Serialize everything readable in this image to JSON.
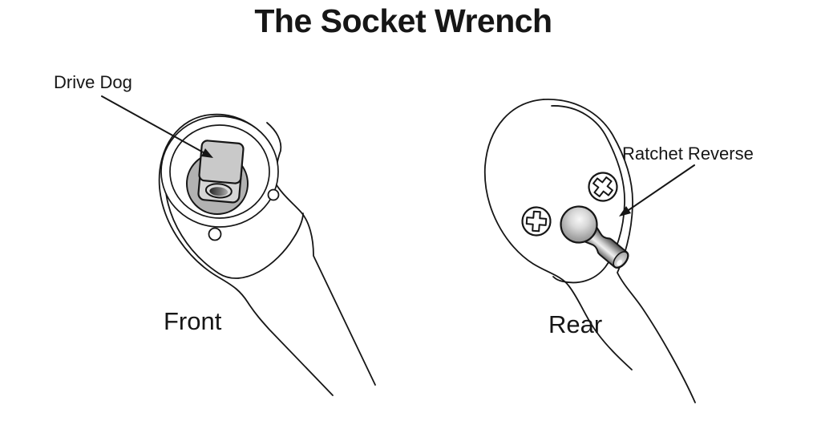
{
  "title": "The Socket Wrench",
  "views": {
    "front": {
      "caption": "Front",
      "callout": "Drive Dog"
    },
    "rear": {
      "caption": "Rear",
      "callout": "Ratchet Reverse"
    }
  },
  "colors": {
    "line": "#161616",
    "background": "#ffffff",
    "drive_dog_fill": "#c9c9c9",
    "drive_dog_face_fill": "#d6d6d6",
    "boss_fill": "#b2b2b2",
    "ball_shade": "#8f8f8f",
    "ball_highlight": "#f7f7f7",
    "stem_dark": "#3f3f3f",
    "stem_light": "#efefef"
  }
}
